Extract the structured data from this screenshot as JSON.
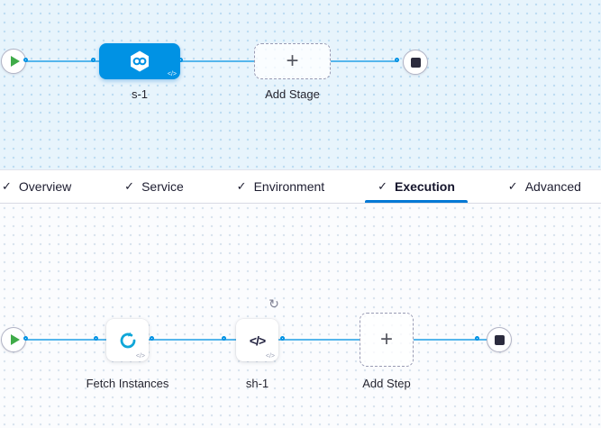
{
  "icons": {
    "check": "✓",
    "plus": "+",
    "code": "</>",
    "loop": "↻"
  },
  "stage_pipeline": {
    "stage": {
      "name": "s-1",
      "code_badge": "</>"
    },
    "add_stage": {
      "label": "Add Stage"
    }
  },
  "tabs": {
    "items": [
      {
        "label": "Overview",
        "active": false
      },
      {
        "label": "Service",
        "active": false
      },
      {
        "label": "Environment",
        "active": false
      },
      {
        "label": "Execution",
        "active": true
      },
      {
        "label": "Advanced",
        "active": false
      }
    ]
  },
  "execution_pipeline": {
    "steps": [
      {
        "name": "Fetch Instances",
        "code_badge": "</>"
      },
      {
        "name": "sh-1",
        "code_badge": "</>",
        "has_loop": true
      }
    ],
    "add_step": {
      "label": "Add Step"
    }
  },
  "colors": {
    "accent_blue": "#0092e4",
    "tab_underline": "#0278d5",
    "connector_blue": "#55b6ec",
    "play_green": "#3fab48",
    "stop_dark": "#2b2b3d",
    "stage_canvas_bg": "#e7f4fc",
    "step_canvas_bg": "#fbfcfe"
  }
}
